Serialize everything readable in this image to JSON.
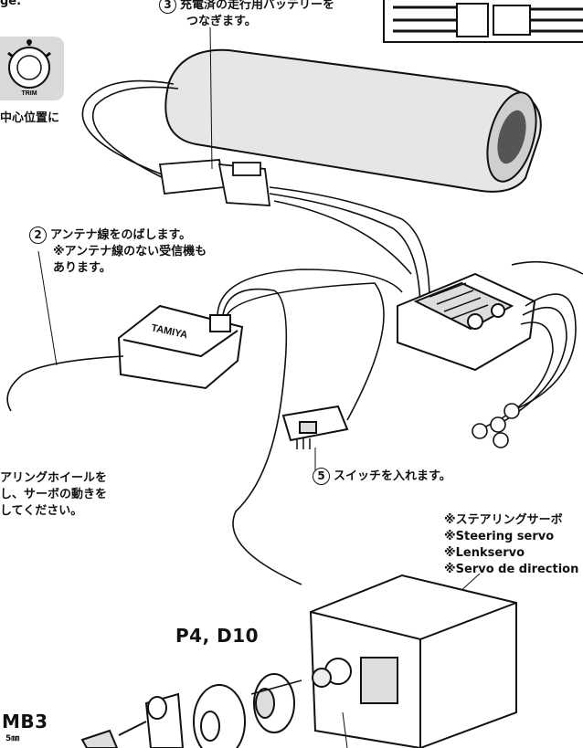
{
  "texts": {
    "top_fragment": "ge.",
    "step3_num": "3",
    "step3_line1": "充電済の走行用バッテリーを",
    "step3_line2": "つなぎます。",
    "center_fragment": "中心位置に",
    "step2_num": "2",
    "step2_line1": "アンテナ線をのばします。",
    "step2_line2": "※アンテナ線のない受信機も",
    "step2_line3": "あります。",
    "receiver_brand": "TAMIYA",
    "trim_label": "TRIM",
    "left_line1": "アリングホイールを",
    "left_line2": "し、サーボの動きを",
    "left_line3": "してください。",
    "step5_num": "5",
    "step5_text": "スイッチを入れます。",
    "servo_jp": "※ステアリングサーボ",
    "servo_en": "※Steering servo",
    "servo_de": "※Lenkservo",
    "servo_fr": "※Servo de direction",
    "part_code": "P4, D10",
    "screw_code": "MB3",
    "screw_size": "5㎜"
  },
  "colors": {
    "line": "#111111",
    "panel_gray": "#d9d9d9",
    "battery": "#e6e6e6"
  }
}
